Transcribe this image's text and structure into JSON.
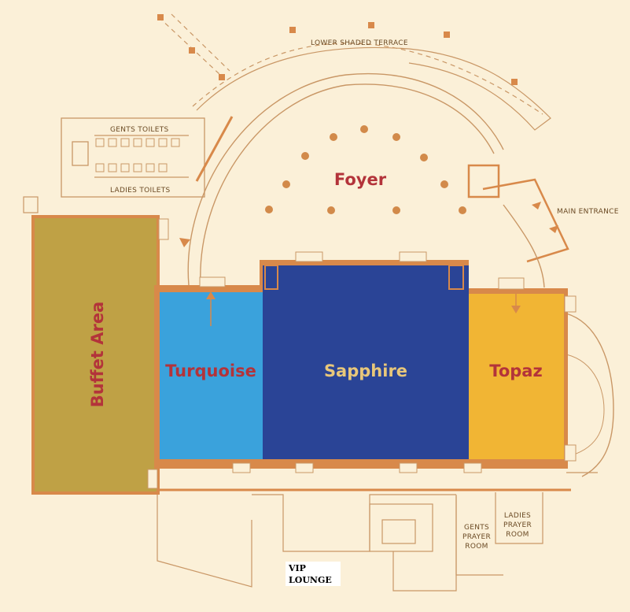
{
  "labels": {
    "lower_shaded_terrace": "LOWER SHADED TERRACE",
    "gents_toilets": "GENTS TOILETS",
    "ladies_toilets": "LADIES TOILETS",
    "main_entrance": "MAIN ENTRANCE",
    "foyer": "Foyer",
    "buffet_area": "Buffet Area",
    "turquoise": "Turquoise",
    "sapphire": "Sapphire",
    "topaz": "Topaz",
    "gents_prayer_1": "GENTS",
    "gents_prayer_2": "PRAYER",
    "gents_prayer_3": "ROOM",
    "ladies_prayer_1": "LADIES",
    "ladies_prayer_2": "PRAYER",
    "ladies_prayer_3": "ROOM",
    "vip_1": "VIP",
    "vip_2": "LOUNGE"
  },
  "colors": {
    "background": "#fbf0d8",
    "wall": "#d8894a",
    "outline": "#c99766",
    "buffet": "#bfa145",
    "turquoise": "#3aa2dc",
    "sapphire": "#2a4496",
    "topaz": "#f1b534",
    "label_red": "#b3333a",
    "label_sapphire": "#e8c77a",
    "column": "#d28a4a"
  }
}
